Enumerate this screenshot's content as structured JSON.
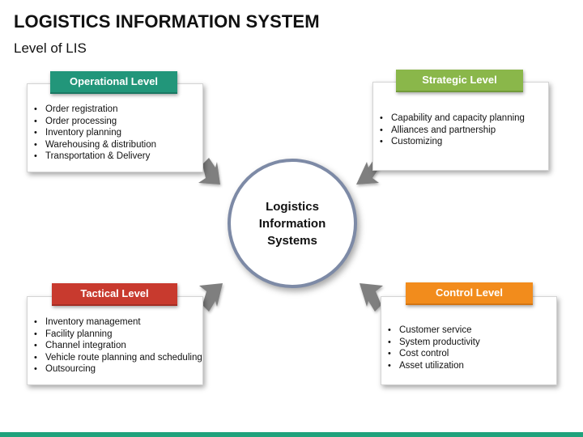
{
  "title": "LOGISTICS INFORMATION SYSTEM",
  "subtitle": "Level of LIS",
  "center": {
    "line1": "Logistics",
    "line2": "Information",
    "line3": "Systems"
  },
  "operational": {
    "label": "Operational Level",
    "color": "#22967a",
    "items": [
      "Order registration",
      "Order processing",
      "Inventory planning",
      "Warehousing & distribution",
      "Transportation & Delivery"
    ]
  },
  "strategic": {
    "label": "Strategic Level",
    "color": "#8ab74a",
    "items": [
      "Capability and capacity planning",
      "Alliances and partnership",
      "Customizing"
    ]
  },
  "tactical": {
    "label": "Tactical Level",
    "color": "#c83a2e",
    "items": [
      "Inventory management",
      "Facility planning",
      "Channel integration",
      "Vehicle route planning and scheduling",
      "Outsourcing"
    ]
  },
  "control": {
    "label": "Control Level",
    "color": "#f28c1c",
    "items": [
      "Customer service",
      "System productivity",
      "Cost control",
      "Asset utilization"
    ]
  },
  "icons": {
    "arrow": "block-arrow-icon"
  },
  "footer_color": "#1fa27c"
}
